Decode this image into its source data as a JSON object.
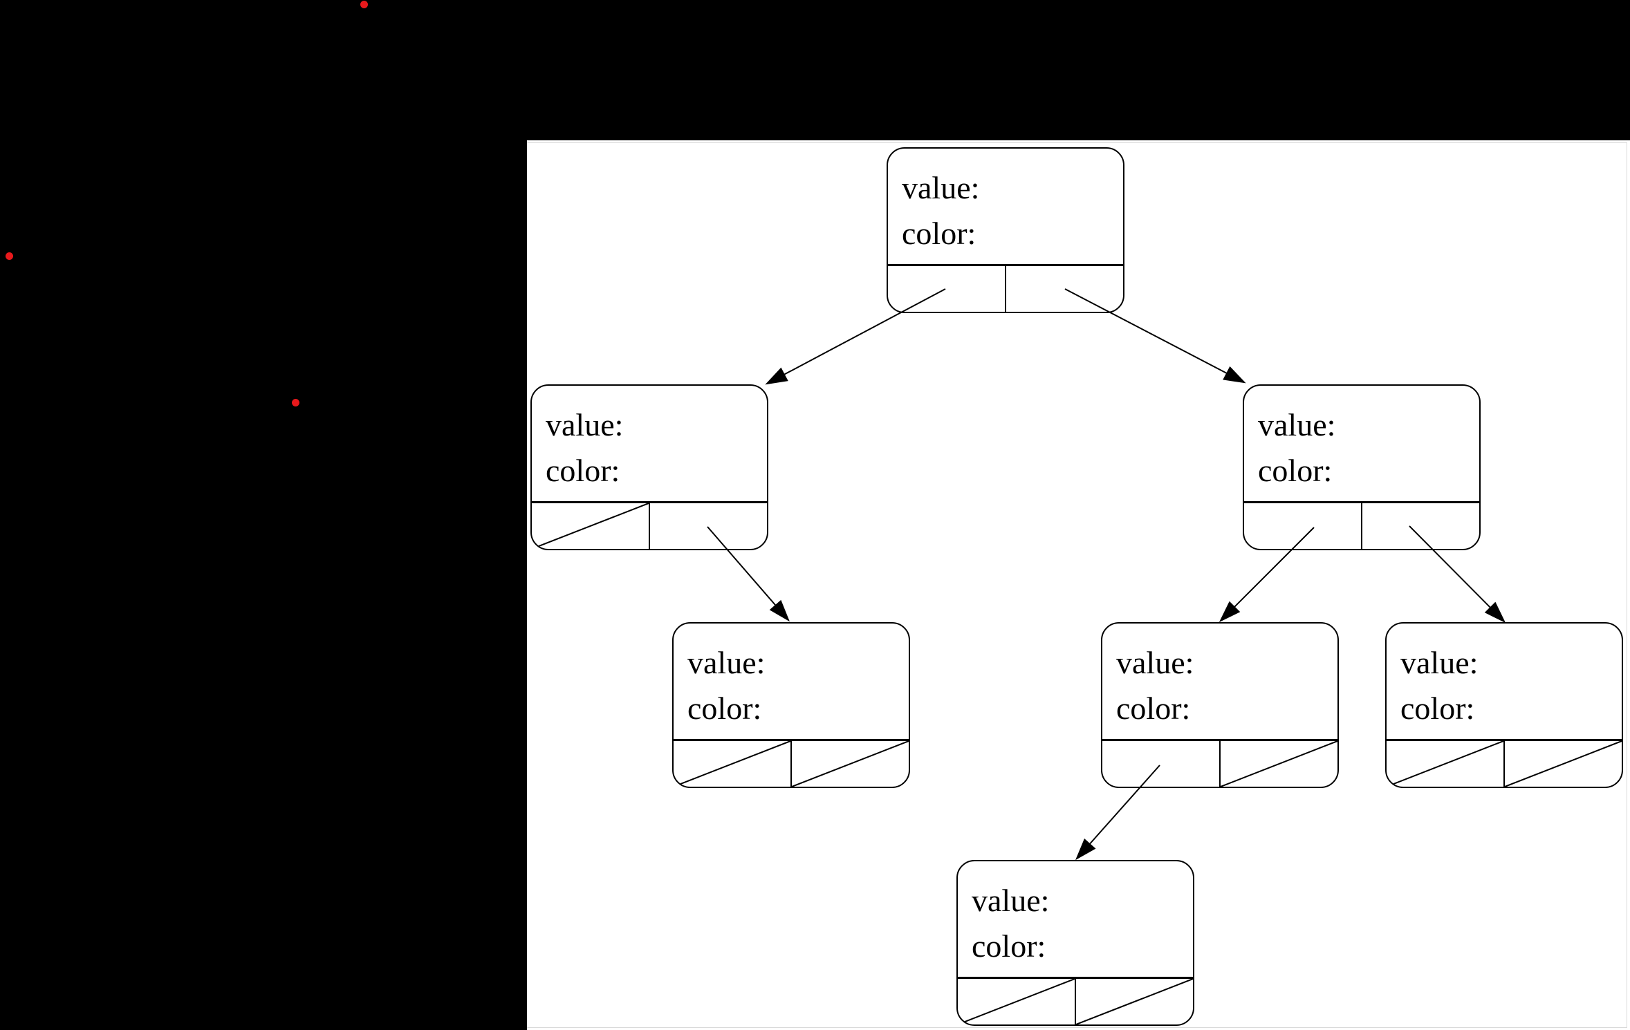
{
  "screen": {
    "background": "#000000"
  },
  "page": {
    "background": "#ffffff",
    "border_color": "#d9d9d9"
  },
  "palette": {
    "node_stroke": "#000000",
    "text_color": "#000000",
    "dot_red": "#e8191c"
  },
  "dots": [
    {
      "id": "dot-top",
      "color": "#e8191c"
    },
    {
      "id": "dot-left",
      "color": "#e8191c"
    },
    {
      "id": "dot-mid",
      "color": "#e8191c"
    }
  ],
  "nodes": [
    {
      "id": "root",
      "value_label": "value:",
      "color_label": "color:",
      "left_pointer": "child",
      "right_pointer": "child"
    },
    {
      "id": "left-child",
      "value_label": "value:",
      "color_label": "color:",
      "left_pointer": "null",
      "right_pointer": "child"
    },
    {
      "id": "right-child",
      "value_label": "value:",
      "color_label": "color:",
      "left_pointer": "child",
      "right_pointer": "child"
    },
    {
      "id": "left-grandchild",
      "value_label": "value:",
      "color_label": "color:",
      "left_pointer": "null",
      "right_pointer": "null"
    },
    {
      "id": "middle-grandchild",
      "value_label": "value:",
      "color_label": "color:",
      "left_pointer": "child",
      "right_pointer": "null"
    },
    {
      "id": "right-grandchild",
      "value_label": "value:",
      "color_label": "color:",
      "left_pointer": "null",
      "right_pointer": "null"
    },
    {
      "id": "great-grandchild",
      "value_label": "value:",
      "color_label": "color:",
      "left_pointer": "null",
      "right_pointer": "null"
    }
  ],
  "arrows": [
    {
      "from": "root.left",
      "to": "left-child"
    },
    {
      "from": "root.right",
      "to": "right-child"
    },
    {
      "from": "left-child.right",
      "to": "left-grandchild"
    },
    {
      "from": "right-child.left",
      "to": "middle-grandchild"
    },
    {
      "from": "right-child.right",
      "to": "right-grandchild"
    },
    {
      "from": "middle-grandchild.left",
      "to": "great-grandchild"
    }
  ]
}
